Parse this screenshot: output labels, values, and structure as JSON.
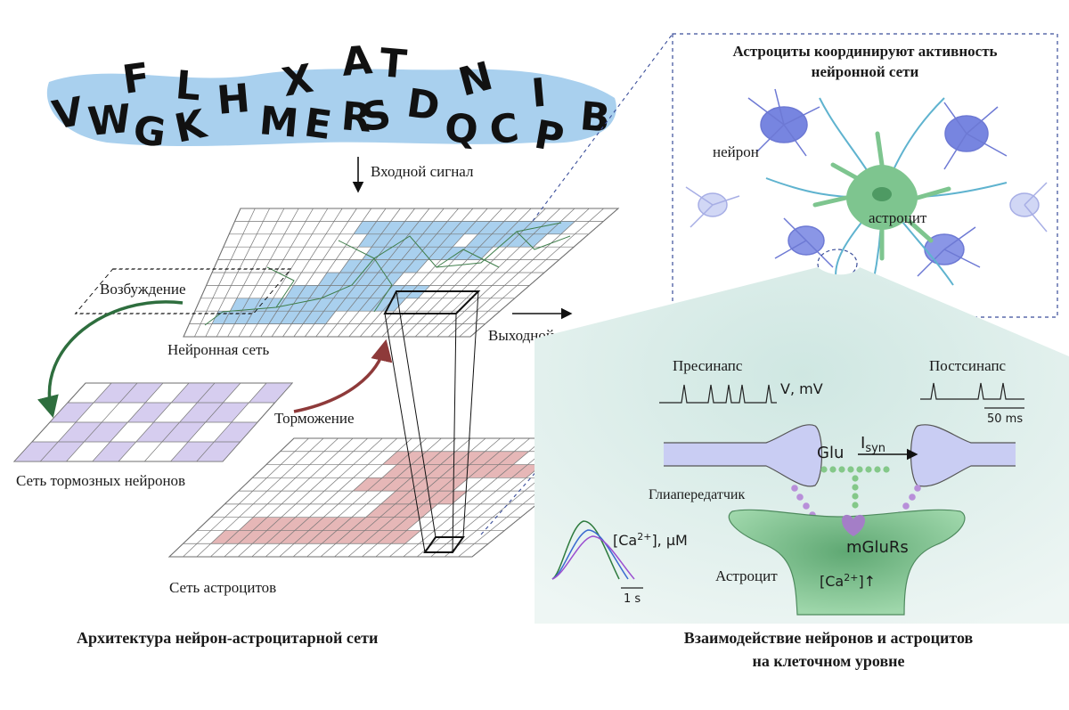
{
  "letters_banner": {
    "letters": [
      "V",
      "W",
      "G",
      "F",
      "K",
      "L",
      "H",
      "M",
      "X",
      "E",
      "A",
      "R",
      "T",
      "S",
      "D",
      "N",
      "Q",
      "C",
      "I",
      "P",
      "B"
    ]
  },
  "left": {
    "input_signal": "Входной сигнал",
    "excitation": "Возбуждение",
    "neural_net": "Нейронная сеть",
    "output_signal": "Выходной сигнал",
    "inhibition": "Торможение",
    "inhibitory_net": "Сеть тормозных нейронов",
    "astro_net": "Сеть астроцитов",
    "caption": "Архитектура нейрон-астроцитарной сети"
  },
  "right": {
    "title_line1": "Астроциты координируют активность",
    "title_line2": "нейронной сети",
    "neuron": "нейрон",
    "astrocyte_cell": "астроцит",
    "presynapse": "Пресинапс",
    "vmv": "V, mV",
    "postsynapse": "Постсинапс",
    "ms": "50 ms",
    "glu": "Glu",
    "isyn": "I",
    "isyn_sub": "syn",
    "gliatransmitter": "Глиапередатчик",
    "mglur": "mGluRs",
    "ca_um": "[Ca",
    "ca_sup": "2+",
    "ca_um_tail": "], μM",
    "ca_inside": "[Ca",
    "ca_inside_tail": "]↑",
    "astrocyte": "Астроцит",
    "one_s": "1 s",
    "caption_line1": "Взаимодействие нейронов и астроцитов",
    "caption_line2": "на клеточном уровне"
  },
  "colors": {
    "blue_fill": "#a9d0ee",
    "lilac_fill": "#d6cdef",
    "pink_fill": "#e6b7b7",
    "excitation_arrow": "#2e6e3e",
    "inhibition_arrow": "#8e3a3a",
    "astro_green": "#7ec58f",
    "neuron_blue": "#6f82e0",
    "synapse_fill": "#c9cdf3",
    "panel_bg": "#ddeeea"
  }
}
